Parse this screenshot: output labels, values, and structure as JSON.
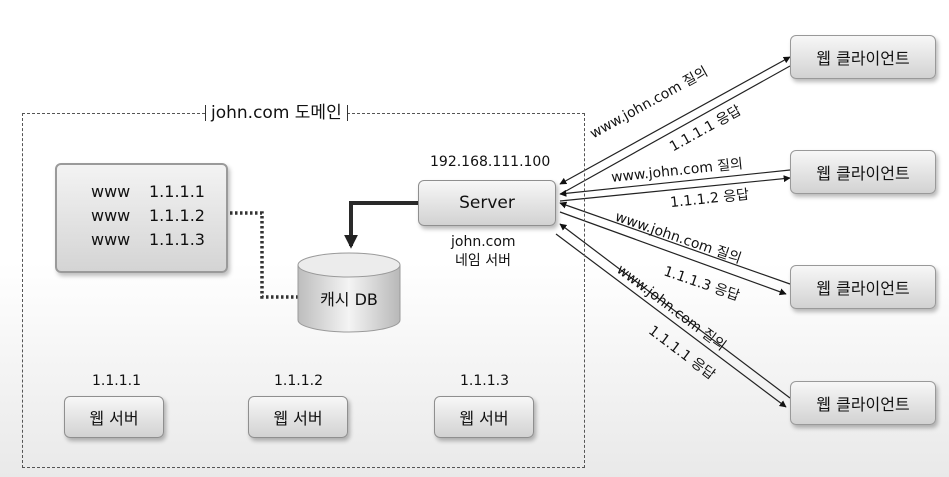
{
  "domain": {
    "title": "john.com 도메인"
  },
  "records": [
    {
      "host": "www",
      "ip": "1.1.1.1"
    },
    {
      "host": "www",
      "ip": "1.1.1.2"
    },
    {
      "host": "www",
      "ip": "1.1.1.3"
    }
  ],
  "cache_db": {
    "label": "캐시 DB"
  },
  "server": {
    "ip": "192.168.111.100",
    "label": "Server",
    "caption_line1": "john.com",
    "caption_line2": "네임 서버"
  },
  "web_servers": [
    {
      "ip": "1.1.1.1",
      "label": "웹 서버"
    },
    {
      "ip": "1.1.1.2",
      "label": "웹 서버"
    },
    {
      "ip": "1.1.1.3",
      "label": "웹 서버"
    }
  ],
  "clients": [
    {
      "label": "웹 클라이언트",
      "query": "www.john.com 질의",
      "answer": "1.1.1.1 응답"
    },
    {
      "label": "웹 클라이언트",
      "query": "www.john.com 질의",
      "answer": "1.1.1.2 응답"
    },
    {
      "label": "웹 클라이언트",
      "query": "www.john.com 질의",
      "answer": "1.1.1.3 응답"
    },
    {
      "label": "웹 클라이언트",
      "query": "www.john.com 질의",
      "answer": "1.1.1.1 응답"
    }
  ]
}
